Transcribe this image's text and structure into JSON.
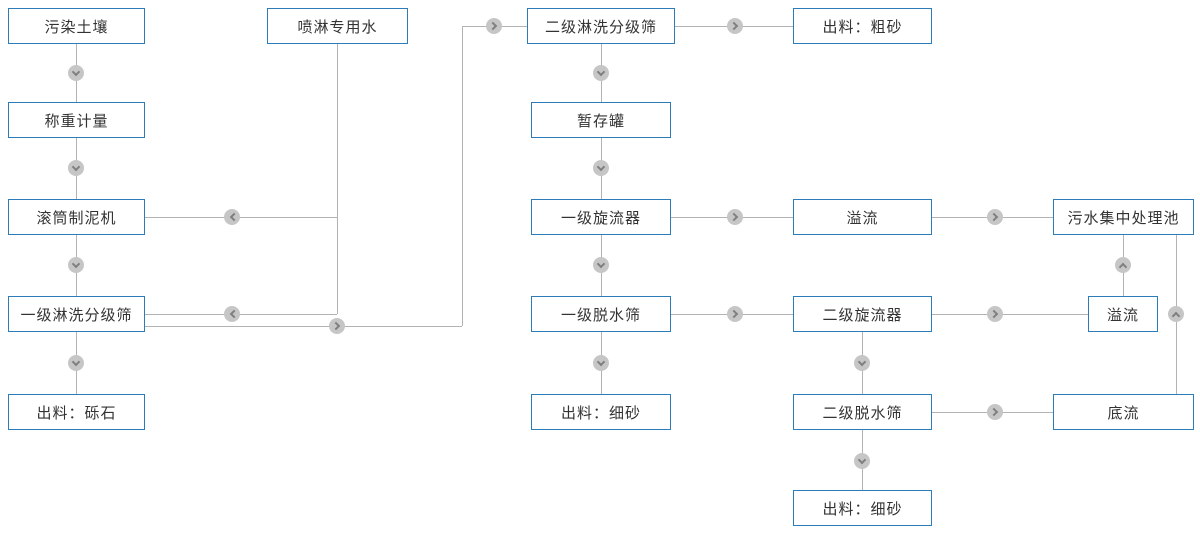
{
  "diagram": {
    "type": "flowchart",
    "colors": {
      "box_border": "#2b7cb9",
      "box_background": "#ffffff",
      "text": "#333333",
      "line": "#b3b3b3",
      "arrow_node_fill": "#c6c6c6",
      "arrow_chevron": "#7f7f7f"
    },
    "nodes": {
      "contaminated_soil": {
        "label": "污染土壤"
      },
      "spray_water": {
        "label": "喷淋专用水"
      },
      "secondary_wash_screen": {
        "label": "二级淋洗分级筛"
      },
      "coarse_sand_output": {
        "label": "出料：粗砂"
      },
      "weighing": {
        "label": "称重计量"
      },
      "storage_tank": {
        "label": "暂存罐"
      },
      "drum_mud_machine": {
        "label": "滚筒制泥机"
      },
      "primary_cyclone": {
        "label": "一级旋流器"
      },
      "overflow_1": {
        "label": "溢流"
      },
      "sewage_pool": {
        "label": "污水集中处理池"
      },
      "primary_wash_screen": {
        "label": "一级淋洗分级筛"
      },
      "primary_dewater_screen": {
        "label": "一级脱水筛"
      },
      "secondary_cyclone": {
        "label": "二级旋流器"
      },
      "overflow_2": {
        "label": "溢流"
      },
      "gravel_output": {
        "label": "出料：砾石"
      },
      "fine_sand_output_1": {
        "label": "出料：细砂"
      },
      "secondary_dewater_screen": {
        "label": "二级脱水筛"
      },
      "underflow": {
        "label": "底流"
      },
      "fine_sand_output_2": {
        "label": "出料：细砂"
      }
    },
    "edges": [
      {
        "from": "contaminated_soil",
        "to": "weighing"
      },
      {
        "from": "weighing",
        "to": "drum_mud_machine"
      },
      {
        "from": "drum_mud_machine",
        "to": "primary_wash_screen"
      },
      {
        "from": "primary_wash_screen",
        "to": "gravel_output"
      },
      {
        "from": "spray_water",
        "to": "drum_mud_machine"
      },
      {
        "from": "spray_water",
        "to": "primary_wash_screen"
      },
      {
        "from": "primary_wash_screen",
        "to": "secondary_wash_screen"
      },
      {
        "from": "secondary_wash_screen",
        "to": "coarse_sand_output"
      },
      {
        "from": "secondary_wash_screen",
        "to": "storage_tank"
      },
      {
        "from": "storage_tank",
        "to": "primary_cyclone"
      },
      {
        "from": "primary_cyclone",
        "to": "overflow_1"
      },
      {
        "from": "overflow_1",
        "to": "sewage_pool"
      },
      {
        "from": "primary_cyclone",
        "to": "primary_dewater_screen"
      },
      {
        "from": "primary_dewater_screen",
        "to": "secondary_cyclone"
      },
      {
        "from": "primary_dewater_screen",
        "to": "fine_sand_output_1"
      },
      {
        "from": "secondary_cyclone",
        "to": "overflow_2"
      },
      {
        "from": "overflow_2",
        "to": "sewage_pool"
      },
      {
        "from": "secondary_cyclone",
        "to": "secondary_dewater_screen"
      },
      {
        "from": "secondary_dewater_screen",
        "to": "underflow"
      },
      {
        "from": "underflow",
        "to": "sewage_pool"
      },
      {
        "from": "secondary_dewater_screen",
        "to": "fine_sand_output_2"
      }
    ]
  }
}
